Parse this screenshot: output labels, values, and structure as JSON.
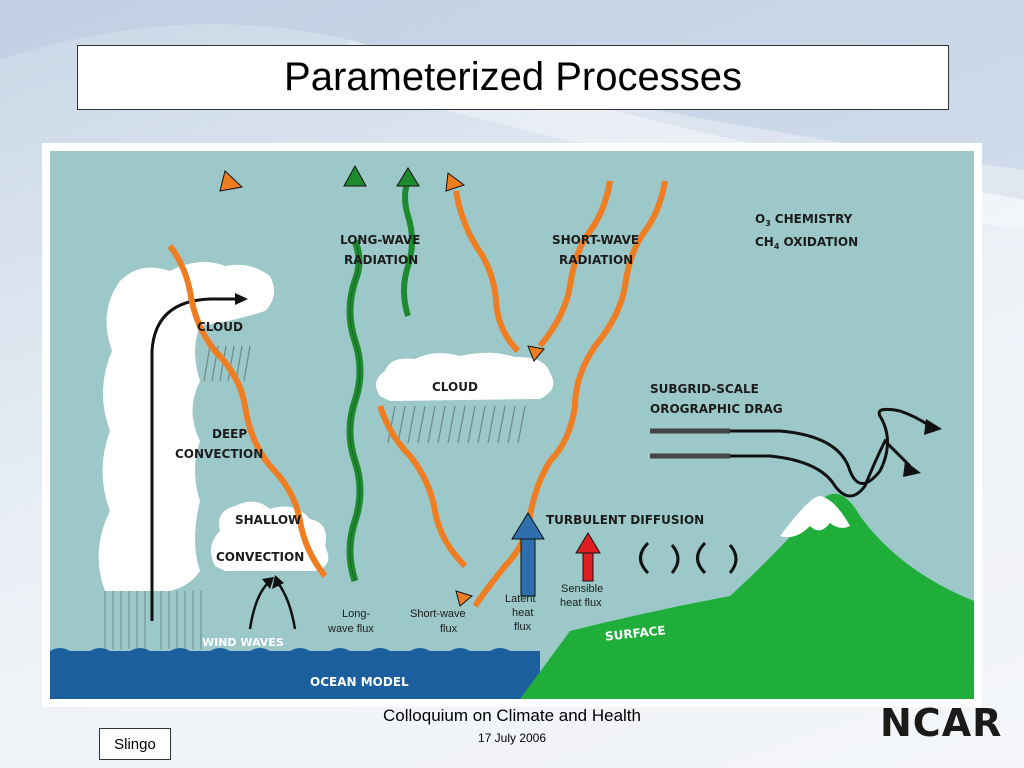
{
  "slide": {
    "title": "Parameterized Processes",
    "footer_title": "Colloquium on Climate and Health",
    "footer_date": "17 July 2006",
    "author": "Slingo",
    "logo": "NCAR"
  },
  "diagram": {
    "labels": {
      "long_wave_1": "LONG-WAVE",
      "long_wave_2": "RADIATION",
      "short_wave_1": "SHORT-WAVE",
      "short_wave_2": "RADIATION",
      "o3_prefix": "O",
      "o3_sub": "3",
      "o3_rest": "CHEMISTRY",
      "ch4_prefix": "CH",
      "ch4_sub": "4",
      "ch4_rest": "OXIDATION",
      "cloud_left": "CLOUD",
      "cloud_mid": "CLOUD",
      "deep_1": "DEEP",
      "deep_2": "CONVECTION",
      "shallow_1": "SHALLOW",
      "shallow_2": "CONVECTION",
      "drag_1": "SUBGRID-SCALE",
      "drag_2": "OROGRAPHIC  DRAG",
      "turbulent": "TURBULENT DIFFUSION",
      "lw_flux_1": "Long-",
      "lw_flux_2": "wave flux",
      "sw_flux_1": "Short-wave",
      "sw_flux_2": "flux",
      "latent_1": "Latent",
      "latent_2": "heat",
      "latent_3": "flux",
      "sensible_1": "Sensible",
      "sensible_2": "heat flux",
      "wind_waves": "WIND WAVES",
      "surface": "SURFACE",
      "ocean": "OCEAN MODEL"
    },
    "colors": {
      "sky": "#9cc8c9",
      "ocean": "#1b5f9e",
      "land": "#1fae3a",
      "shortwave": "#ef7d22",
      "longwave": "#1e8a2e",
      "latent": "#2f6fb0",
      "sensible": "#e02020"
    }
  }
}
